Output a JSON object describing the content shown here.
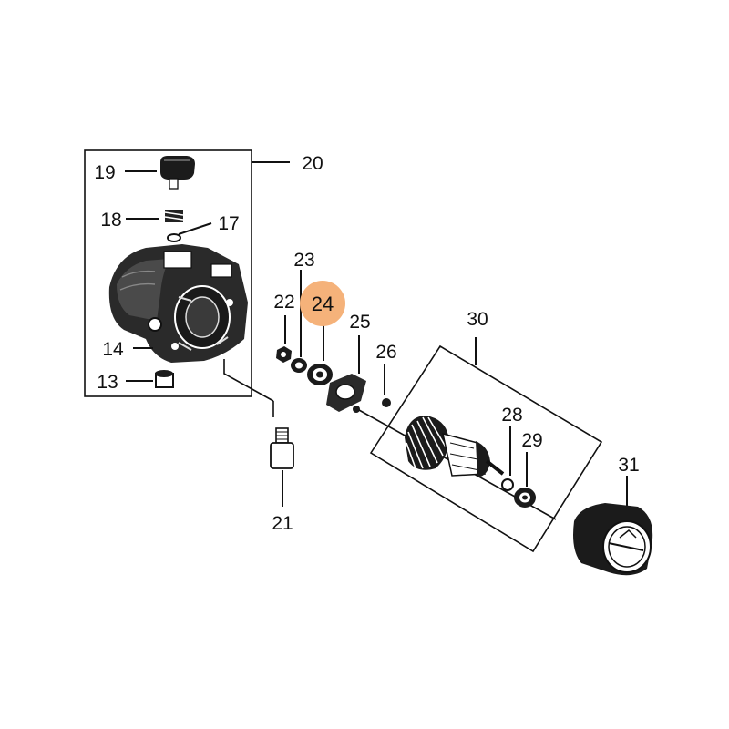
{
  "diagram": {
    "highlight_color": "#F5B27A",
    "highlighted_part": "24",
    "callouts": {
      "p13": "13",
      "p14": "14",
      "p17": "17",
      "p18": "18",
      "p19": "19",
      "p20": "20",
      "p21": "21",
      "p22": "22",
      "p23": "23",
      "p24": "24",
      "p25": "25",
      "p26": "26",
      "p28": "28",
      "p29": "29",
      "p30": "30",
      "p31": "31"
    }
  }
}
